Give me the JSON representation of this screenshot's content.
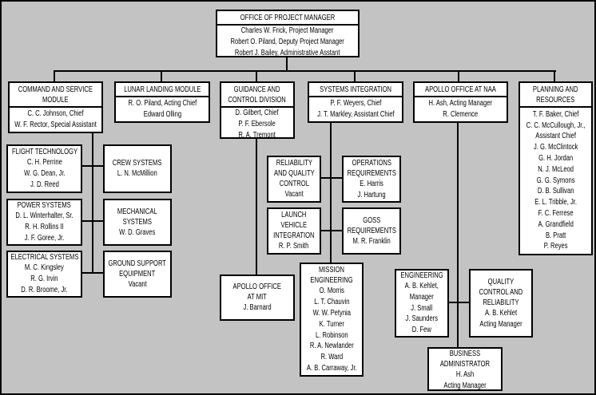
{
  "diagram": {
    "type": "org-chart",
    "colors": {
      "background": "#c3c3c3",
      "box_fill": "#ffffff",
      "border": "#000000",
      "text": "#000000"
    },
    "nodes": {
      "office_of_project_manager": {
        "title": [
          "OFFICE OF PROJECT MANAGER"
        ],
        "members": [
          "Charles W. Frick, Project Manager",
          "Robert O. Piland, Deputy Project Manager",
          "Robert J. Bailey, Administrative Asstant"
        ]
      },
      "command_service_module": {
        "title": [
          "COMMAND AND SERVICE",
          "MODULE"
        ],
        "members": [
          "C. C. Johnson, Chief",
          "W. F. Rector, Special Assistant"
        ]
      },
      "lunar_landing_module": {
        "title": [
          "LUNAR LANDING MODULE"
        ],
        "members": [
          "R. O. Piland, Acting Chief",
          "Edward Olling"
        ]
      },
      "guidance_control_division": {
        "title": [
          "GUIDANCE AND",
          "CONTROL DIVISION"
        ],
        "members": [
          "D. Gilbert, Chief",
          "P. F. Ebersole",
          "R. A. Tremont"
        ]
      },
      "systems_integration": {
        "title": [
          "SYSTEMS INTEGRATION"
        ],
        "members": [
          "P. F. Weyers, Chief",
          "J. T. Markley, Assistant Chief"
        ]
      },
      "apollo_office_naa": {
        "title": [
          "APOLLO OFFICE AT NAA"
        ],
        "members": [
          "H. Ash, Acting Manager",
          "R. Clemence"
        ]
      },
      "planning_resources": {
        "title": [
          "PLANNING AND",
          "RESOURCES"
        ],
        "members": [
          "T. F. Baker, Chief",
          "C. C. McCullough, Jr.,",
          "Assistant Chief",
          "J. G. McClintock",
          "G. H. Jordan",
          "N. J. McLeod",
          "G. G. Symons",
          "D. B. Sullivan",
          "E. L. Tribble, Jr.",
          "F. C. Ferrese",
          "A. Grandfield",
          "B. Pratt",
          "P. Reyes"
        ]
      },
      "flight_technology": {
        "title": [
          "FLIGHT TECHNOLOGY"
        ],
        "members": [
          "C. H. Perrine",
          "W. G. Dean, Jr.",
          "J. D. Reed"
        ]
      },
      "crew_systems": {
        "title": [
          "CREW SYSTEMS"
        ],
        "members": [
          "L. N. McMillion"
        ]
      },
      "power_systems": {
        "title": [
          "POWER SYSTEMS"
        ],
        "members": [
          "D. L. Winterhalter, Sr.",
          "R. H. Rollins II",
          "J. F. Goree, Jr."
        ]
      },
      "mechanical_systems": {
        "title": [
          "MECHANICAL",
          "SYSTEMS"
        ],
        "members": [
          "W. D. Graves"
        ]
      },
      "electrical_systems": {
        "title": [
          "ELECTRICAL SYSTEMS"
        ],
        "members": [
          "M. C. Kingsley",
          "R. G. Irvin",
          "D. R. Broome, Jr."
        ]
      },
      "ground_support_equipment": {
        "title": [
          "GROUND SUPPORT",
          "EQUIPMENT"
        ],
        "members": [
          "Vacant"
        ]
      },
      "reliability_quality_control": {
        "title": [
          "RELIABILITY",
          "AND QUALITY",
          "CONTROL"
        ],
        "members": [
          "Vacant"
        ]
      },
      "operations_requirements": {
        "title": [
          "OPERATIONS",
          "REQUIREMENTS"
        ],
        "members": [
          "E. Harris",
          "J. Hartung"
        ]
      },
      "launch_vehicle_integration": {
        "title": [
          "LAUNCH",
          "VEHICLE",
          "INTEGRATION"
        ],
        "members": [
          "R. P. Smith"
        ]
      },
      "goss_requirements": {
        "title": [
          "GOSS",
          "REQUIREMENTS"
        ],
        "members": [
          "M. R. Franklin"
        ]
      },
      "apollo_office_mit": {
        "title": [
          "APOLLO OFFICE",
          "AT MIT"
        ],
        "members": [
          "J. Barnard"
        ]
      },
      "mission_engineering": {
        "title": [
          "MISSION",
          "ENGINEERING"
        ],
        "members": [
          "O. Morris",
          "L. T. Chauvin",
          "W. W. Petynia",
          "K. Turner",
          "L. Robinson",
          "R. A. Newlander",
          "R. Ward",
          "A. B. Carraway, Jr."
        ]
      },
      "engineering": {
        "title": [
          "ENGINEERING"
        ],
        "members": [
          "A. B. Kehlet,",
          "Manager",
          "J. Small",
          "J. Saunders",
          "D. Few"
        ]
      },
      "quality_control_reliability": {
        "title": [
          "QUALITY",
          "CONTROL AND",
          "RELIABILITY"
        ],
        "members": [
          "A. B. Kehlet",
          "Acting Manager"
        ]
      },
      "business_administrator": {
        "title": [
          "BUSINESS",
          "ADMINISTRATOR"
        ],
        "members": [
          "H. Ash",
          "Acting Manager"
        ]
      }
    }
  }
}
